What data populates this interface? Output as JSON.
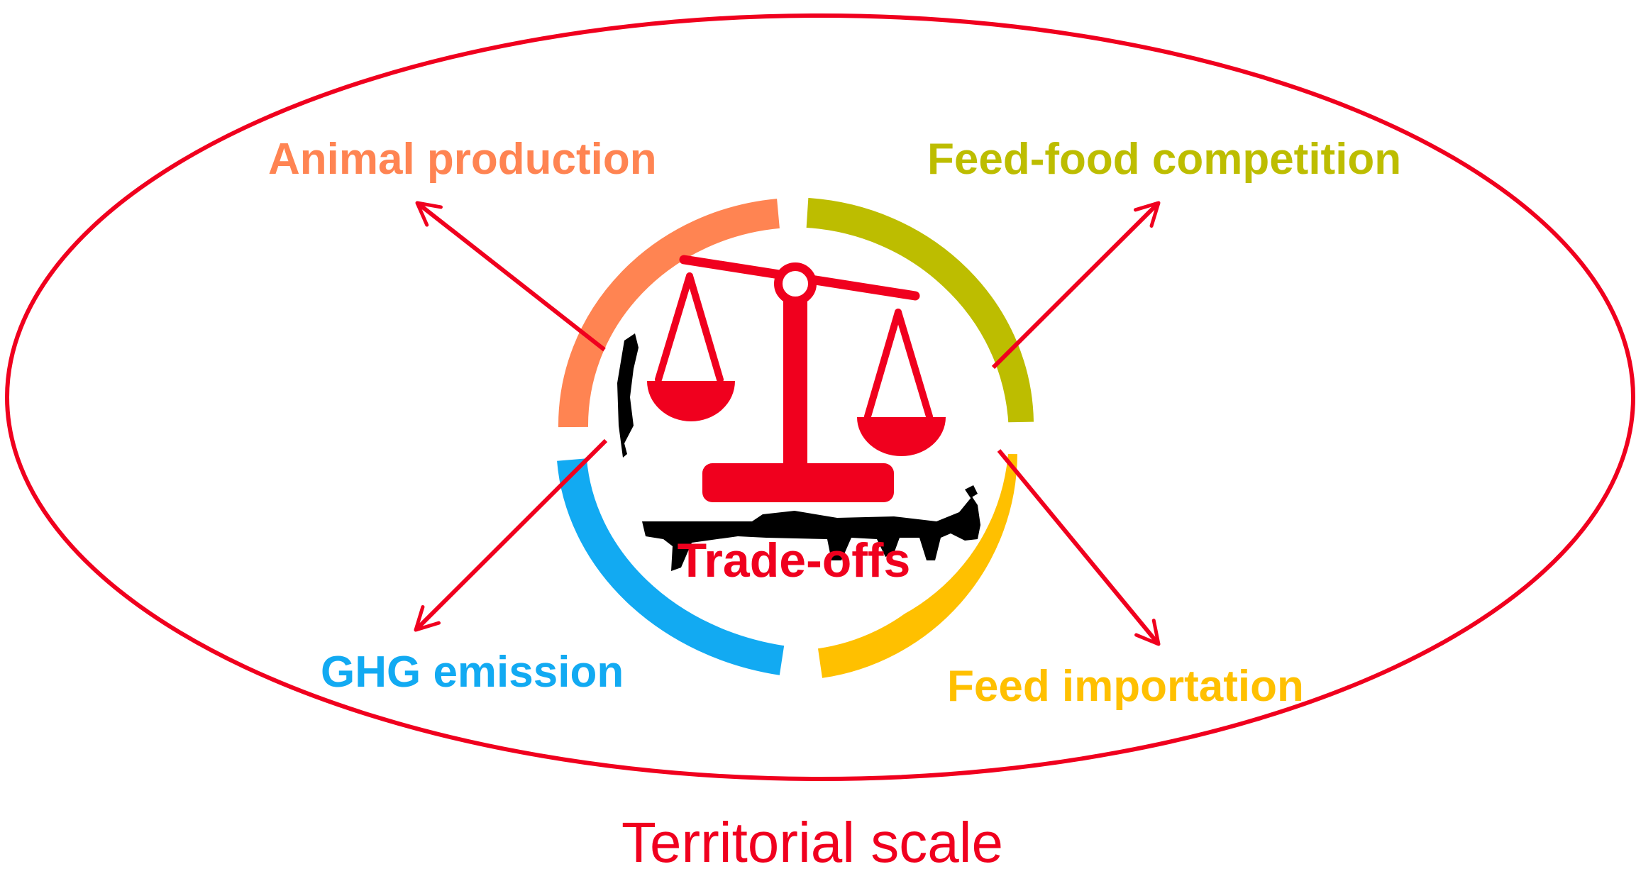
{
  "labels": {
    "animal_production": "Animal production",
    "feed_food_competition": "Feed-food competition",
    "ghg_emission": "GHG emission",
    "feed_importation": "Feed importation",
    "trade_offs": "Trade-offs",
    "territorial_scale": "Territorial scale"
  },
  "colors": {
    "territory": "#f0001e",
    "animal_production": "#ff8452",
    "feed_food_competition": "#bdbd00",
    "ghg_emission": "#12aaf2",
    "feed_importation": "#ffc000",
    "scale_icon": "#f0001e",
    "cow_silhouette": "#000000"
  },
  "icons": {
    "center": "balance-scale-icon",
    "background": "cow-silhouette-icon"
  }
}
